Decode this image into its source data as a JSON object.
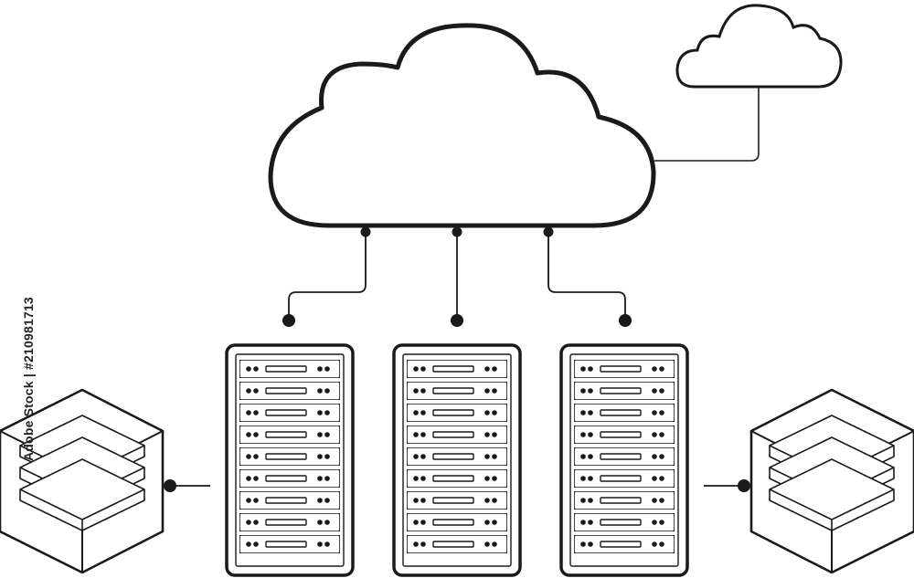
{
  "watermark": {
    "stock_id": "Adobe Stock | #210981713"
  },
  "colors": {
    "line": "#1a1a1a",
    "fill": "#ffffff"
  },
  "icons": {
    "main_cloud": "cloud-icon",
    "small_cloud": "cloud-icon",
    "rack": "server-rack-icon",
    "storage": "storage-box-icon"
  },
  "servers": [
    {
      "id": "left",
      "slots": 9
    },
    {
      "id": "center",
      "slots": 9
    },
    {
      "id": "right",
      "slots": 9
    }
  ],
  "storage": [
    {
      "id": "left",
      "layers": 3
    },
    {
      "id": "right",
      "layers": 3
    }
  ]
}
